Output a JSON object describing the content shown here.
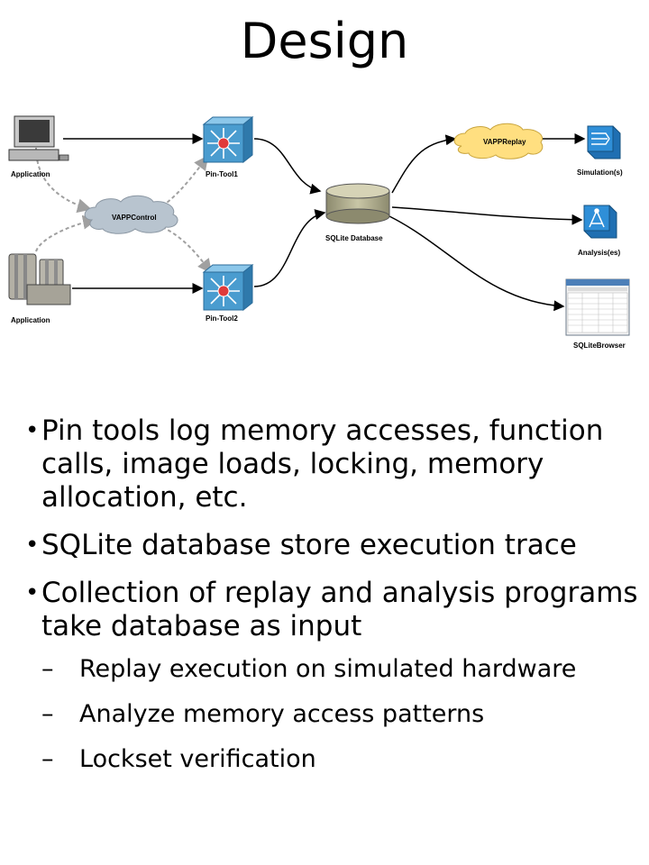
{
  "title": "Design",
  "diagram": {
    "nodes": {
      "app1": "Application",
      "app2": "Application",
      "pin1": "Pin-Tool1",
      "pin2": "Pin-Tool2",
      "control": "VAPPControl",
      "db": "SQLite Database",
      "replay": "VAPPReplay",
      "simulation": "Simulation(s)",
      "analysis": "Analysis(es)",
      "browser": "SQLiteBrowser"
    },
    "colors": {
      "cloud_fill": "#b8c4cf",
      "replay_fill": "#ffdf80",
      "db_fill": "#a8a58a",
      "router_fill": "#4a9ccf",
      "sim_fill": "#2f8fd8"
    }
  },
  "bullets": [
    {
      "text": "Pin tools log memory accesses, function calls, image loads, locking, memory allocation, etc."
    },
    {
      "text": "SQLite database store execution trace"
    },
    {
      "text": "Collection of replay and analysis programs take database as input"
    }
  ],
  "sub_bullets": [
    {
      "text": "Replay execution on simulated hardware"
    },
    {
      "text": "Analyze memory access patterns"
    },
    {
      "text": "Lockset verification"
    }
  ],
  "bullet_marker": "•",
  "sub_marker": "–"
}
